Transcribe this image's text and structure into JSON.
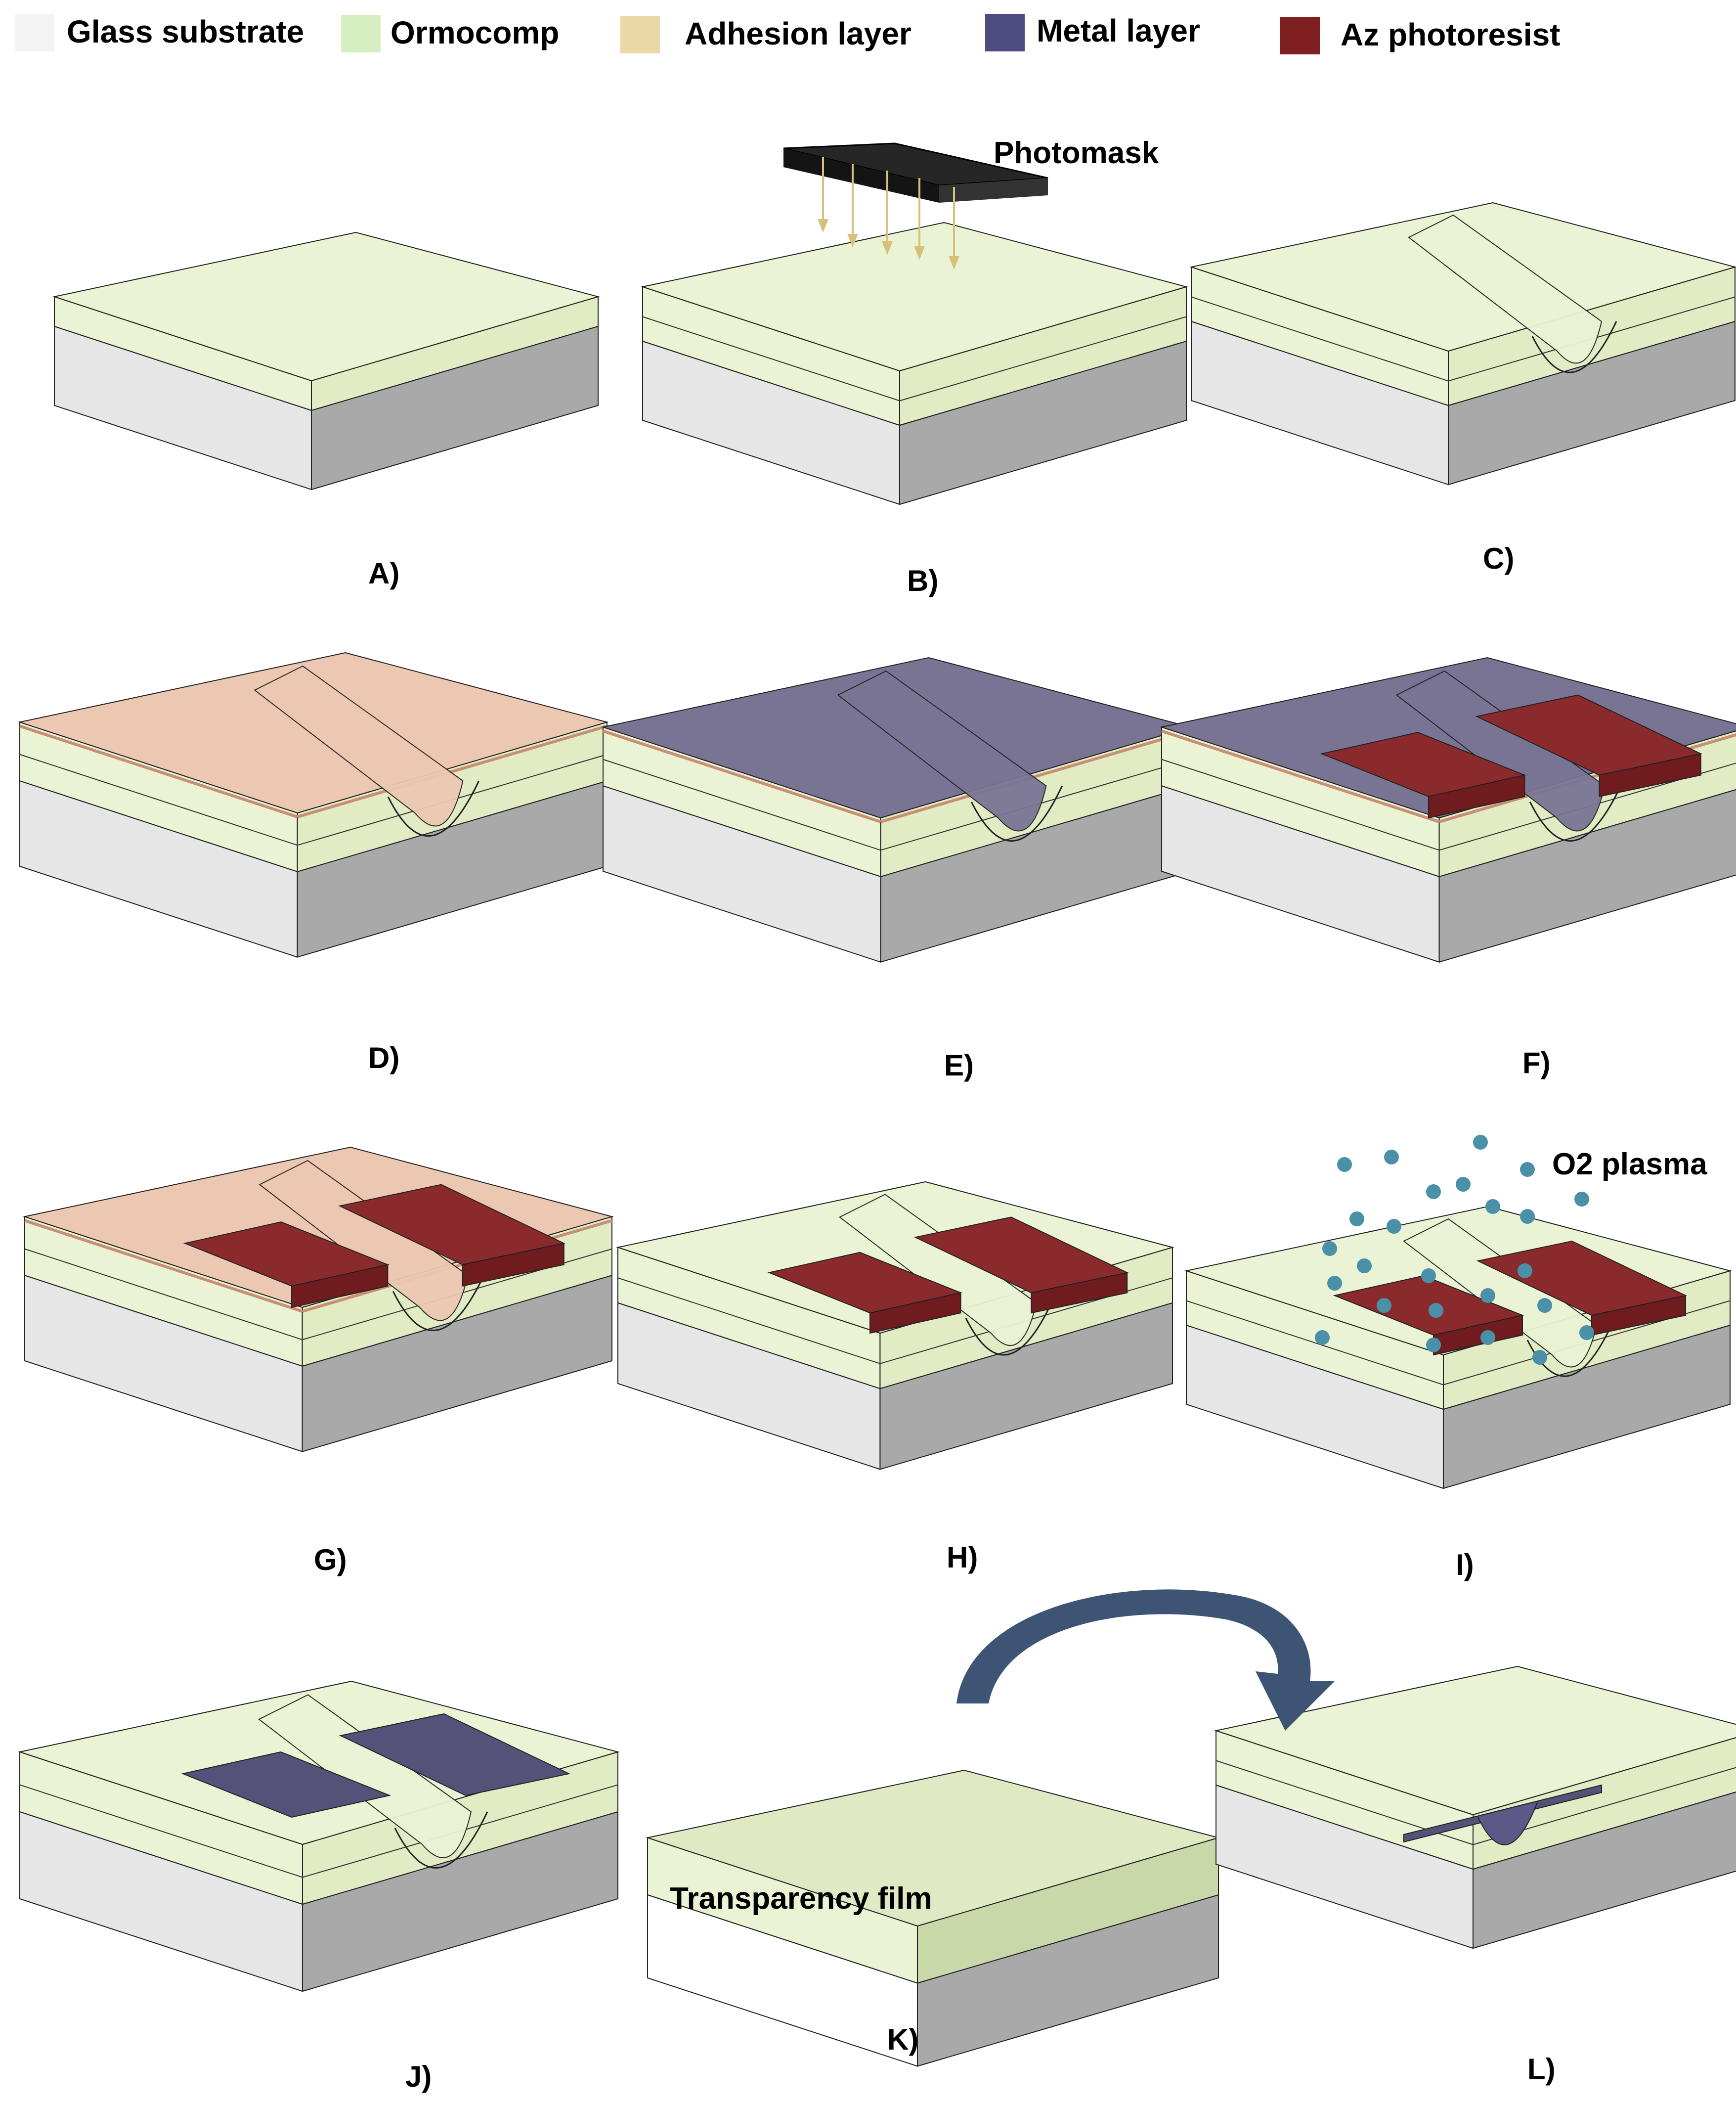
{
  "legend": [
    {
      "label": "Glass substrate",
      "color": "#f3f3f3"
    },
    {
      "label": "Ormocomp",
      "color": "#d5eec2"
    },
    {
      "label": "Adhesion layer",
      "color": "#ead9a5"
    },
    {
      "label": "Metal layer",
      "color": "#4d4b82"
    },
    {
      "label": "Az photoresist",
      "color": "#7f1f22"
    }
  ],
  "annotations": {
    "photomask": "Photomask",
    "o2_plasma": "O2 plasma",
    "transparency_film": "Transparency film"
  },
  "panels": [
    {
      "label": "A)",
      "layers": [],
      "groove": false,
      "resist": false,
      "metalpads": false
    },
    {
      "label": "B)",
      "layers": [
        "ormo"
      ],
      "groove": false,
      "resist": false,
      "metalpads": false
    },
    {
      "label": "C)",
      "layers": [
        "ormo"
      ],
      "groove": true,
      "resist": false,
      "metalpads": false
    },
    {
      "label": "D)",
      "layers": [
        "ormo",
        "adh"
      ],
      "groove": true,
      "resist": false,
      "metalpads": false
    },
    {
      "label": "E)",
      "layers": [
        "ormo",
        "adh",
        "metal"
      ],
      "groove": true,
      "resist": false,
      "metalpads": false
    },
    {
      "label": "F)",
      "layers": [
        "ormo",
        "adh",
        "metal"
      ],
      "groove": true,
      "resist": true,
      "metalpads": false
    },
    {
      "label": "G)",
      "layers": [
        "ormo",
        "adh"
      ],
      "groove": true,
      "resist": true,
      "metalpads": false
    },
    {
      "label": "H)",
      "layers": [
        "ormo"
      ],
      "groove": true,
      "resist": true,
      "metalpads": false
    },
    {
      "label": "I)",
      "layers": [
        "ormo"
      ],
      "groove": true,
      "resist": true,
      "metalpads": false
    },
    {
      "label": "J)",
      "layers": [
        "ormo"
      ],
      "groove": true,
      "resist": false,
      "metalpads": true
    },
    {
      "label": "K)",
      "layers": [],
      "groove": false,
      "resist": false,
      "metalpads": false
    },
    {
      "label": "L)",
      "layers": [],
      "groove": false,
      "resist": false,
      "metalpads": false
    }
  ],
  "colors": {
    "glass_side": "#e6e6e6",
    "glass_front": "#a9a9a9",
    "ormo_top": "#eaf3d4",
    "ormo_front": "#e1ecc4",
    "adh_top": "#ecc8b2",
    "metal_top": "#7a7494",
    "resist_top": "#8b2a2c",
    "resist_side": "#701c1f",
    "arrow": "#3d5474",
    "plasma_dot": "#4a90a8",
    "photomask": "#1f1f1f",
    "uv_ray": "#d8c07a"
  }
}
